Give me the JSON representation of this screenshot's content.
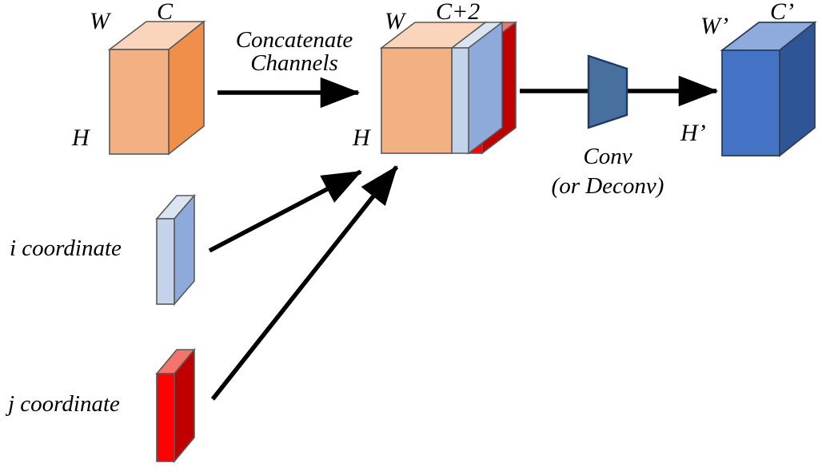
{
  "diagram": {
    "title": "CoordConv concatenate coordinate channels diagram",
    "background_color": "#ffffff",
    "stroke_color": "#3f3f3f",
    "arrow_color": "#000000",
    "labels": {
      "input_w": "W",
      "input_c": "C",
      "input_h": "H",
      "concat_w": "W",
      "concat_c": "C+2",
      "concat_h": "H",
      "output_w": "W’",
      "output_c": "C’",
      "output_h": "H’",
      "i_coordinate": "i  coordinate",
      "j_coordinate": "j  coordinate",
      "concat_caption_line1": "Concatenate",
      "concat_caption_line2": "Channels",
      "conv_caption_line1": "Conv",
      "conv_caption_line2": "(or Deconv)"
    },
    "shapes": {
      "input_tensor": {
        "name": "input feature map",
        "front_color": "#f3b183",
        "top_color": "#fbd5bb",
        "side_color": "#ef8f49"
      },
      "i_coordinate_slab": {
        "name": "i coordinate channel",
        "front_color": "#c3d3ea",
        "top_color": "#dbe5f1",
        "side_color": "#8eaadb"
      },
      "j_coordinate_slab": {
        "name": "j coordinate channel",
        "front_color": "#fe0000",
        "top_color": "#f4736b",
        "side_color": "#c00000"
      },
      "concat_tensor": {
        "name": "concatenated feature map",
        "front_color": "#f3b183",
        "top_color": "#fbd5bb",
        "side_color": "#ef8f49"
      },
      "conv_operator": {
        "name": "convolution operator",
        "fill_color": "#47709e",
        "stroke_color": "#1f3864"
      },
      "output_tensor": {
        "name": "output feature map",
        "front_color": "#4472c4",
        "top_color": "#8faadc",
        "side_color": "#2f5597"
      }
    }
  }
}
